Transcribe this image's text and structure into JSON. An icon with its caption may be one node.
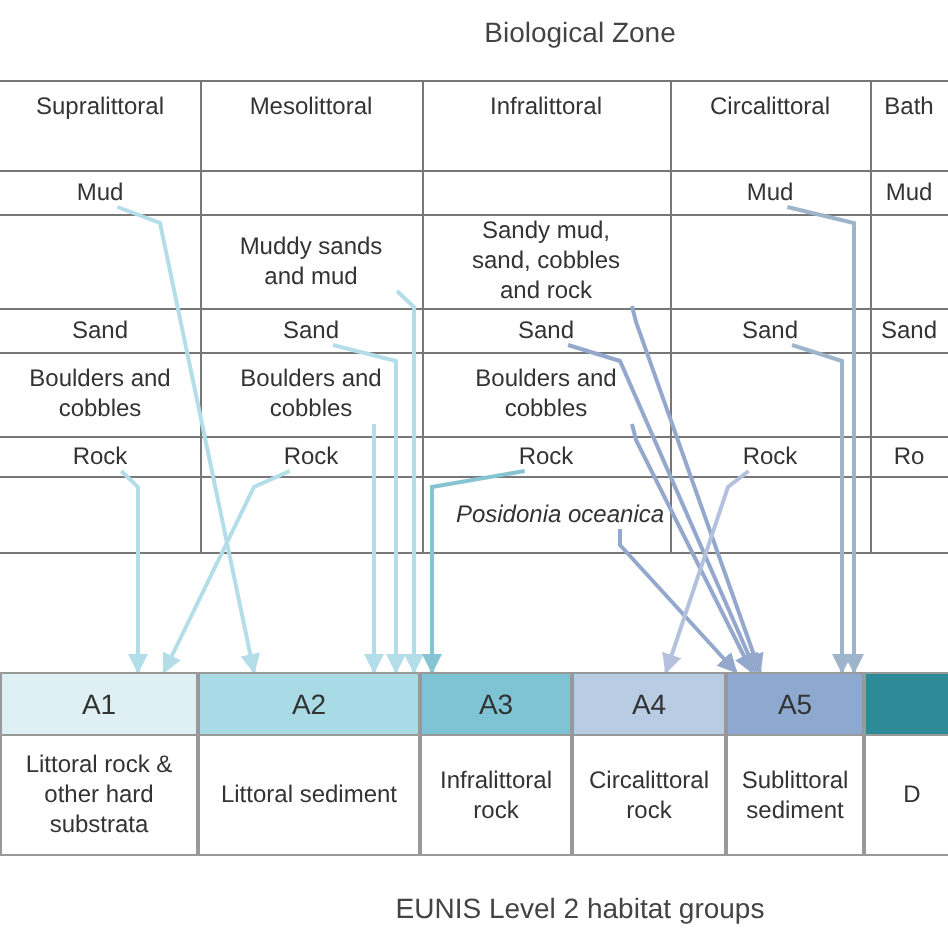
{
  "diagram": {
    "title": "Biological Zone",
    "caption": "EUNIS Level 2 habitat groups",
    "nodes": [
      {
        "text": [
          "Supralittoral"
        ]
      },
      {
        "text": [
          "Mesolittoral"
        ]
      },
      {
        "text": [
          "Infralittoral"
        ]
      },
      {
        "text": [
          "Circalittoral"
        ]
      },
      {
        "text": [
          "Bath"
        ]
      },
      {
        "text": [
          "Mud"
        ]
      },
      {
        "text": [
          "Mud"
        ]
      },
      {
        "text": [
          "Mud"
        ]
      },
      {
        "text": [
          "Muddy sands and mud"
        ]
      },
      {
        "text": [
          "Sandy mud, sand, cobbles and rock"
        ]
      },
      {
        "text": [
          "Sand"
        ]
      },
      {
        "text": [
          "Sand"
        ]
      },
      {
        "text": [
          "Sand"
        ]
      },
      {
        "text": [
          "Sand"
        ]
      },
      {
        "text": [
          "Sand"
        ]
      },
      {
        "text": [
          "Boulders and cobbles"
        ]
      },
      {
        "text": [
          "Boulders and cobbles"
        ]
      },
      {
        "text": [
          "Boulders and cobbles"
        ]
      },
      {
        "text": [
          "Rock"
        ]
      },
      {
        "text": [
          "Rock"
        ]
      },
      {
        "text": [
          "Rock"
        ]
      },
      {
        "text": [
          "Rock"
        ]
      },
      {
        "text": [
          "Ro"
        ]
      },
      {
        "text": [
          "Posidonia oceanica"
        ]
      },
      {
        "text": [
          "A1",
          "Littoral rock & other hard substrata"
        ]
      },
      {
        "text": [
          "A2",
          "Littoral sediment"
        ]
      },
      {
        "text": [
          "A3",
          "Infralittoral rock"
        ]
      },
      {
        "text": [
          "A4",
          "Circalittoral rock"
        ]
      },
      {
        "text": [
          "A5",
          "Sublittoral sediment"
        ]
      },
      {
        "text": [
          "D"
        ]
      }
    ],
    "edges": [
      {
        "from": 5,
        "to": 25,
        "arrow": "to"
      },
      {
        "from": 18,
        "to": 24,
        "arrow": "to"
      },
      {
        "from": 19,
        "to": 24,
        "arrow": "to"
      },
      {
        "from": 8,
        "to": 25,
        "arrow": "to"
      },
      {
        "from": 11,
        "to": 25,
        "arrow": "to"
      },
      {
        "from": 16,
        "to": 25,
        "arrow": "to"
      },
      {
        "from": 20,
        "to": 26,
        "arrow": "to",
        "color": "#86c4d4"
      },
      {
        "from": 23,
        "to": 28,
        "arrow": "to",
        "color": "#93a8cc"
      },
      {
        "from": 9,
        "to": 28,
        "arrow": "to",
        "color": "#93a8cc"
      },
      {
        "from": 12,
        "to": 28,
        "arrow": "to",
        "color": "#93a8cc"
      },
      {
        "from": 17,
        "to": 28,
        "arrow": "to",
        "color": "#93a8cc"
      },
      {
        "from": 21,
        "to": 27,
        "arrow": "to",
        "color": "#b3c1dc"
      },
      {
        "from": 6,
        "to": 28,
        "arrow": "to",
        "color": "#9db4ca"
      },
      {
        "from": 13,
        "to": 28,
        "arrow": "to",
        "color": "#9db4ca"
      }
    ]
  }
}
